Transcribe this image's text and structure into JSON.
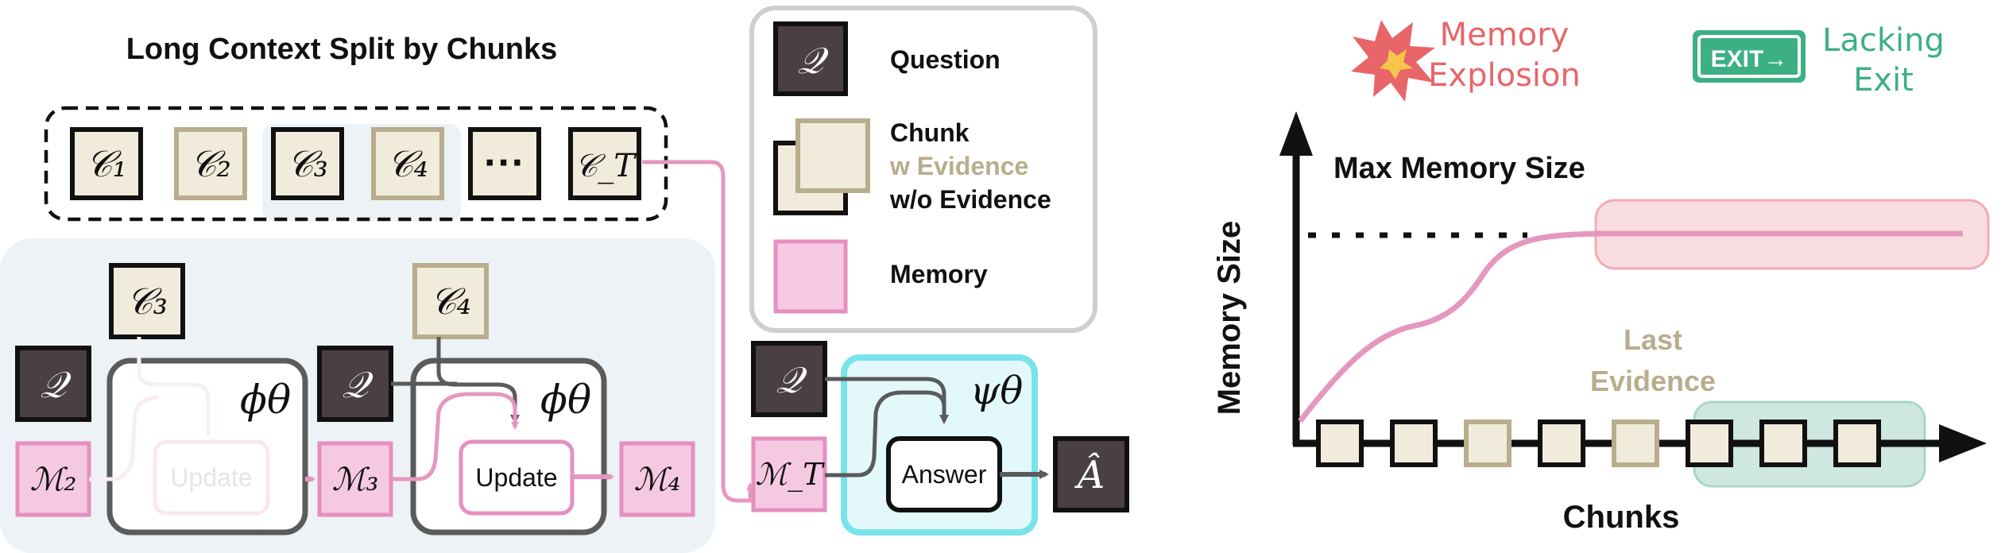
{
  "colors": {
    "chunk_fill": "#f1ebdc",
    "evidence_border": "#b8ad8c",
    "dark_border": "#111111",
    "question_fill": "#4a3f43",
    "memory_fill": "#f6c9e2",
    "memory_border": "#e58fbf",
    "flow_pink": "#e597bf",
    "bg_panel": "#edf2f6",
    "answer_panel_fill": "#e2f8fb",
    "answer_panel_border": "#79e3eb",
    "explosion_red": "#e86569",
    "exit_green": "#3caf85",
    "plateau_fill": "#fadde0",
    "plateau_border": "#f3aab6",
    "exit_region_fill": "#cfe7e1",
    "exit_region_border": "#a9d6c8"
  },
  "title": "Long Context Split by Chunks",
  "chunks": [
    {
      "label": "𝒞₁",
      "evidence": false
    },
    {
      "label": "𝒞₂",
      "evidence": true
    },
    {
      "label": "𝒞₃",
      "evidence": false
    },
    {
      "label": "𝒞₄",
      "evidence": true
    },
    {
      "label": "···",
      "evidence": false
    },
    {
      "label": "𝒞_T",
      "evidence": false
    }
  ],
  "legend": {
    "question": "Question",
    "chunk": "Chunk",
    "with_evidence": "w Evidence",
    "without_evidence": "w/o Evidence",
    "memory": "Memory"
  },
  "symbols": {
    "question": "𝒬",
    "c3": "𝒞₃",
    "c4": "𝒞₄",
    "m2": "ℳ₂",
    "m3": "ℳ₃",
    "m4": "ℳ₄",
    "mT": "ℳ_T",
    "phi": "ϕθ",
    "psi": "ψθ",
    "answer_out": "Â"
  },
  "process": {
    "update_faded": "Update",
    "update": "Update",
    "answer": "Answer"
  },
  "plot": {
    "y_axis_label": "Memory Size",
    "x_axis_label": "Chunks",
    "max_label": "Max Memory Size",
    "last_evidence": "Last Evidence",
    "explosion_label": "Memory Explosion",
    "exit_sign": "EXIT→",
    "lacking_exit": "Lacking Exit",
    "chunk_row": [
      false,
      false,
      true,
      false,
      true,
      false,
      false,
      false
    ]
  }
}
